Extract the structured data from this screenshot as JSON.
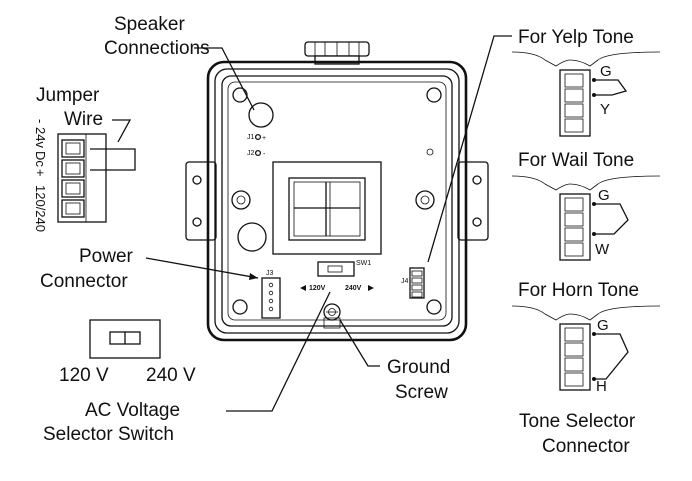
{
  "labels": {
    "speaker_line1": "Speaker",
    "speaker_line2": "Connections",
    "jumper_line1": "Jumper",
    "jumper_line2": "Wire",
    "power_line1": "Power",
    "power_line2": "Connector",
    "volt_120": "120 V",
    "volt_240": "240 V",
    "ac_line1": "AC Voltage",
    "ac_line2": "Selector Switch",
    "ground_line1": "Ground",
    "ground_line2": "Screw",
    "yelp": "For Yelp Tone",
    "wail": "For Wail Tone",
    "horn": "For Horn Tone",
    "tone_line1": "Tone Selector",
    "tone_line2": "Connector"
  },
  "terminal_side_labels": {
    "minus": "-",
    "v24": "24v",
    "dc": "Dc",
    "plus": "+",
    "v120_240": "120/240"
  },
  "board_marks": {
    "j1": "J1",
    "j2": "J2",
    "j1_plus": "+",
    "j2_minus": "-",
    "j3": "J3",
    "j4": "J4",
    "sw1": "SW1",
    "board_120v": "120V",
    "board_240v": "240V"
  },
  "tone_pins": {
    "yelp_g": "G",
    "yelp_y": "Y",
    "wail_g": "G",
    "wail_w": "W",
    "horn_g": "G",
    "horn_h": "H"
  }
}
